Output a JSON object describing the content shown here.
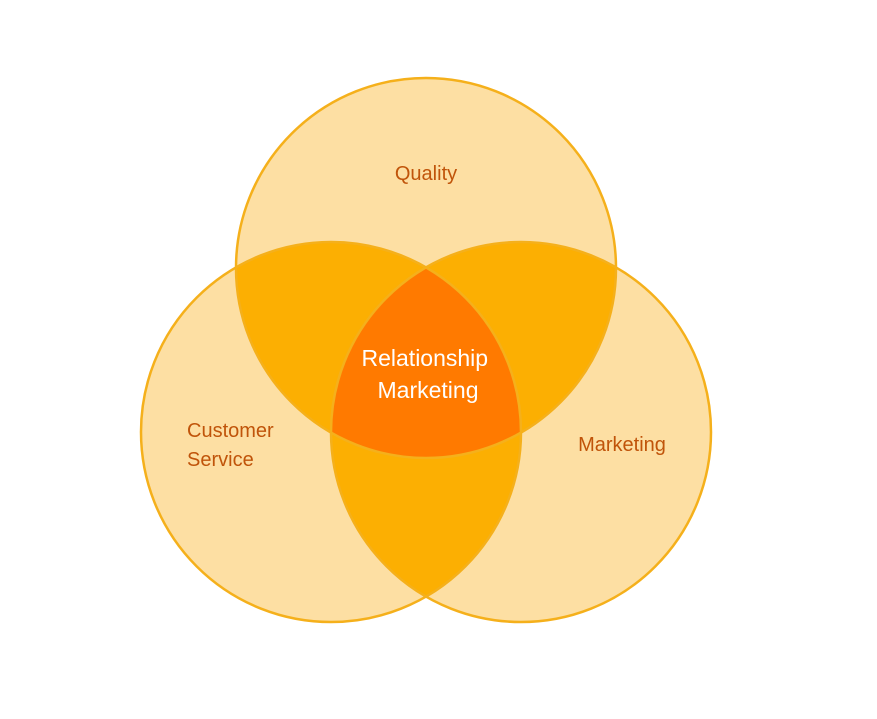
{
  "diagram": {
    "type": "venn",
    "sets": [
      {
        "id": "quality",
        "label_lines": [
          "Quality"
        ]
      },
      {
        "id": "customer_service",
        "label_lines": [
          "Customer",
          "Service"
        ]
      },
      {
        "id": "marketing",
        "label_lines": [
          "Marketing"
        ]
      }
    ],
    "center": {
      "label_lines": [
        "Relationship",
        "Marketing"
      ]
    },
    "colors": {
      "circle_fill": "#FDDFA3",
      "circle_stroke": "#F5B01B",
      "pair_overlap_fill": "#FCAF02",
      "center_fill": "#FF7A00",
      "label_text": "#C0540A",
      "center_text": "#FFFFFF"
    }
  }
}
